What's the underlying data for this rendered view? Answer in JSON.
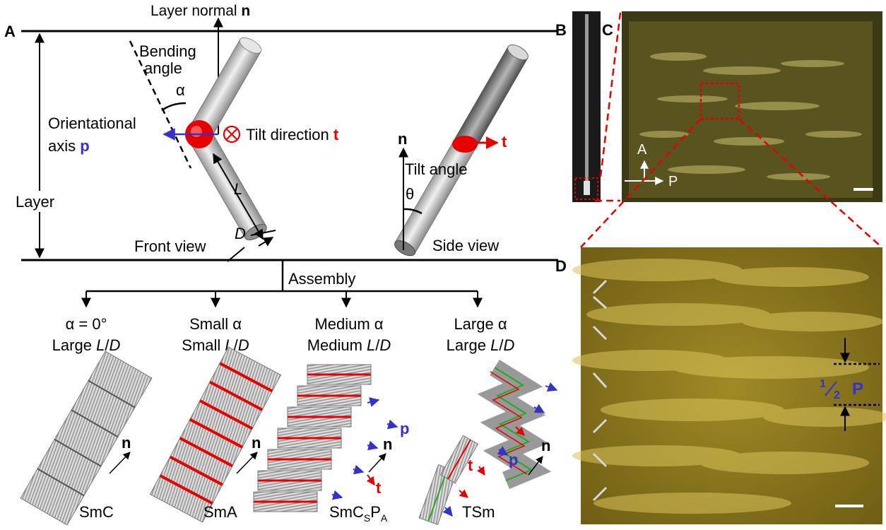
{
  "panel_labels": {
    "a": "A",
    "b": "B",
    "c": "C",
    "d": "D"
  },
  "panel_a": {
    "layer_normal": "Layer normal",
    "layer_normal_sym": "n",
    "bending": "Bending",
    "angle": "angle",
    "alpha": "α",
    "orientational": "Orientational",
    "axis": "axis",
    "axis_sym": "p",
    "tilt_direction": "Tilt direction",
    "tilt_direction_sym": "t",
    "layer": "Layer",
    "length_sym": "L",
    "diameter_sym": "D",
    "front_view": "Front view",
    "side_n": "n",
    "side_t": "t",
    "tilt_angle": "Tilt angle",
    "theta": "θ",
    "side_view": "Side view",
    "assembly": "Assembly"
  },
  "phases": [
    {
      "line1": "α = 0°",
      "line2_pre": "Large ",
      "line2_it": "L",
      "line2_slash": "/",
      "line2_it2": "D",
      "name": "SmC"
    },
    {
      "line1": "Small α",
      "line2_pre": "Small ",
      "line2_it": "L",
      "line2_slash": "/",
      "line2_it2": "D",
      "name": "SmA"
    },
    {
      "line1": "Medium α",
      "line2_pre": "Medium ",
      "line2_it": "L",
      "line2_slash": "/",
      "line2_it2": "D",
      "name": "SmC",
      "name_sub": "S",
      "name_mid": "P",
      "name_sub2": "A"
    },
    {
      "line1": "Large α",
      "line2_pre": "Large ",
      "line2_it": "L",
      "line2_slash": "/",
      "line2_it2": "D",
      "name": "TSm"
    }
  ],
  "vector_labels": {
    "n": "n",
    "p": "p",
    "t": "t"
  },
  "panel_c": {
    "analyzer": "A",
    "polarizer": "P"
  },
  "panel_d": {
    "half_num": "1",
    "half_den": "2",
    "pitch": "P"
  },
  "colors": {
    "red": "#e60000",
    "blue": "#3333cc",
    "texture": "#8c7a1c"
  }
}
